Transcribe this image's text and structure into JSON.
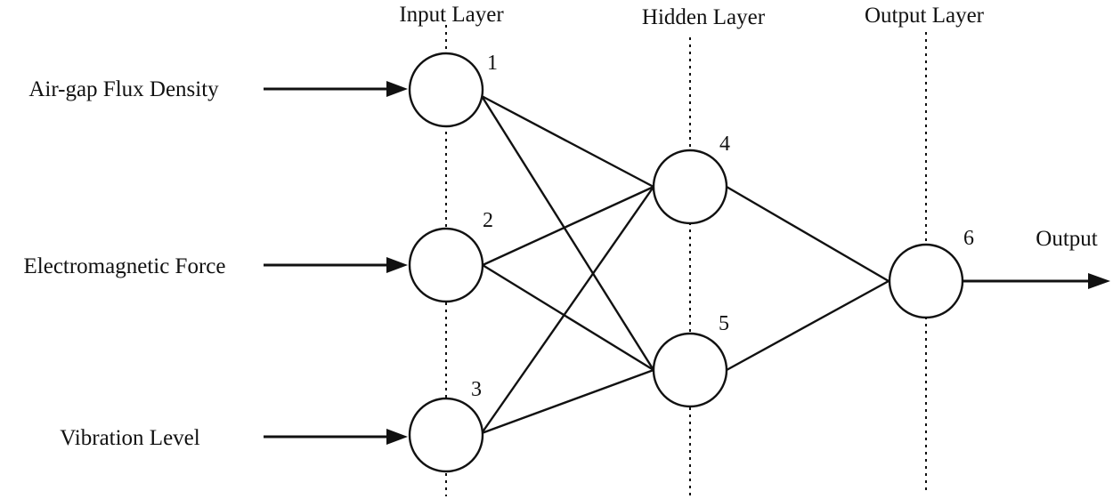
{
  "layers": [
    {
      "label": "Input Layer"
    },
    {
      "label": "Hidden Layer"
    },
    {
      "label": "Output Layer"
    }
  ],
  "inputs": [
    {
      "label": "Air-gap Flux Density"
    },
    {
      "label": "Electromagnetic Force"
    },
    {
      "label": "Vibration Level"
    }
  ],
  "nodes": [
    {
      "id": "1",
      "layer": "input"
    },
    {
      "id": "2",
      "layer": "input"
    },
    {
      "id": "3",
      "layer": "input"
    },
    {
      "id": "4",
      "layer": "hidden"
    },
    {
      "id": "5",
      "layer": "hidden"
    },
    {
      "id": "6",
      "layer": "output"
    }
  ],
  "edges": [
    {
      "from": "1",
      "to": "4"
    },
    {
      "from": "1",
      "to": "5"
    },
    {
      "from": "2",
      "to": "4"
    },
    {
      "from": "2",
      "to": "5"
    },
    {
      "from": "3",
      "to": "4"
    },
    {
      "from": "3",
      "to": "5"
    },
    {
      "from": "4",
      "to": "6"
    },
    {
      "from": "5",
      "to": "6"
    }
  ],
  "output": {
    "label": "Output"
  }
}
